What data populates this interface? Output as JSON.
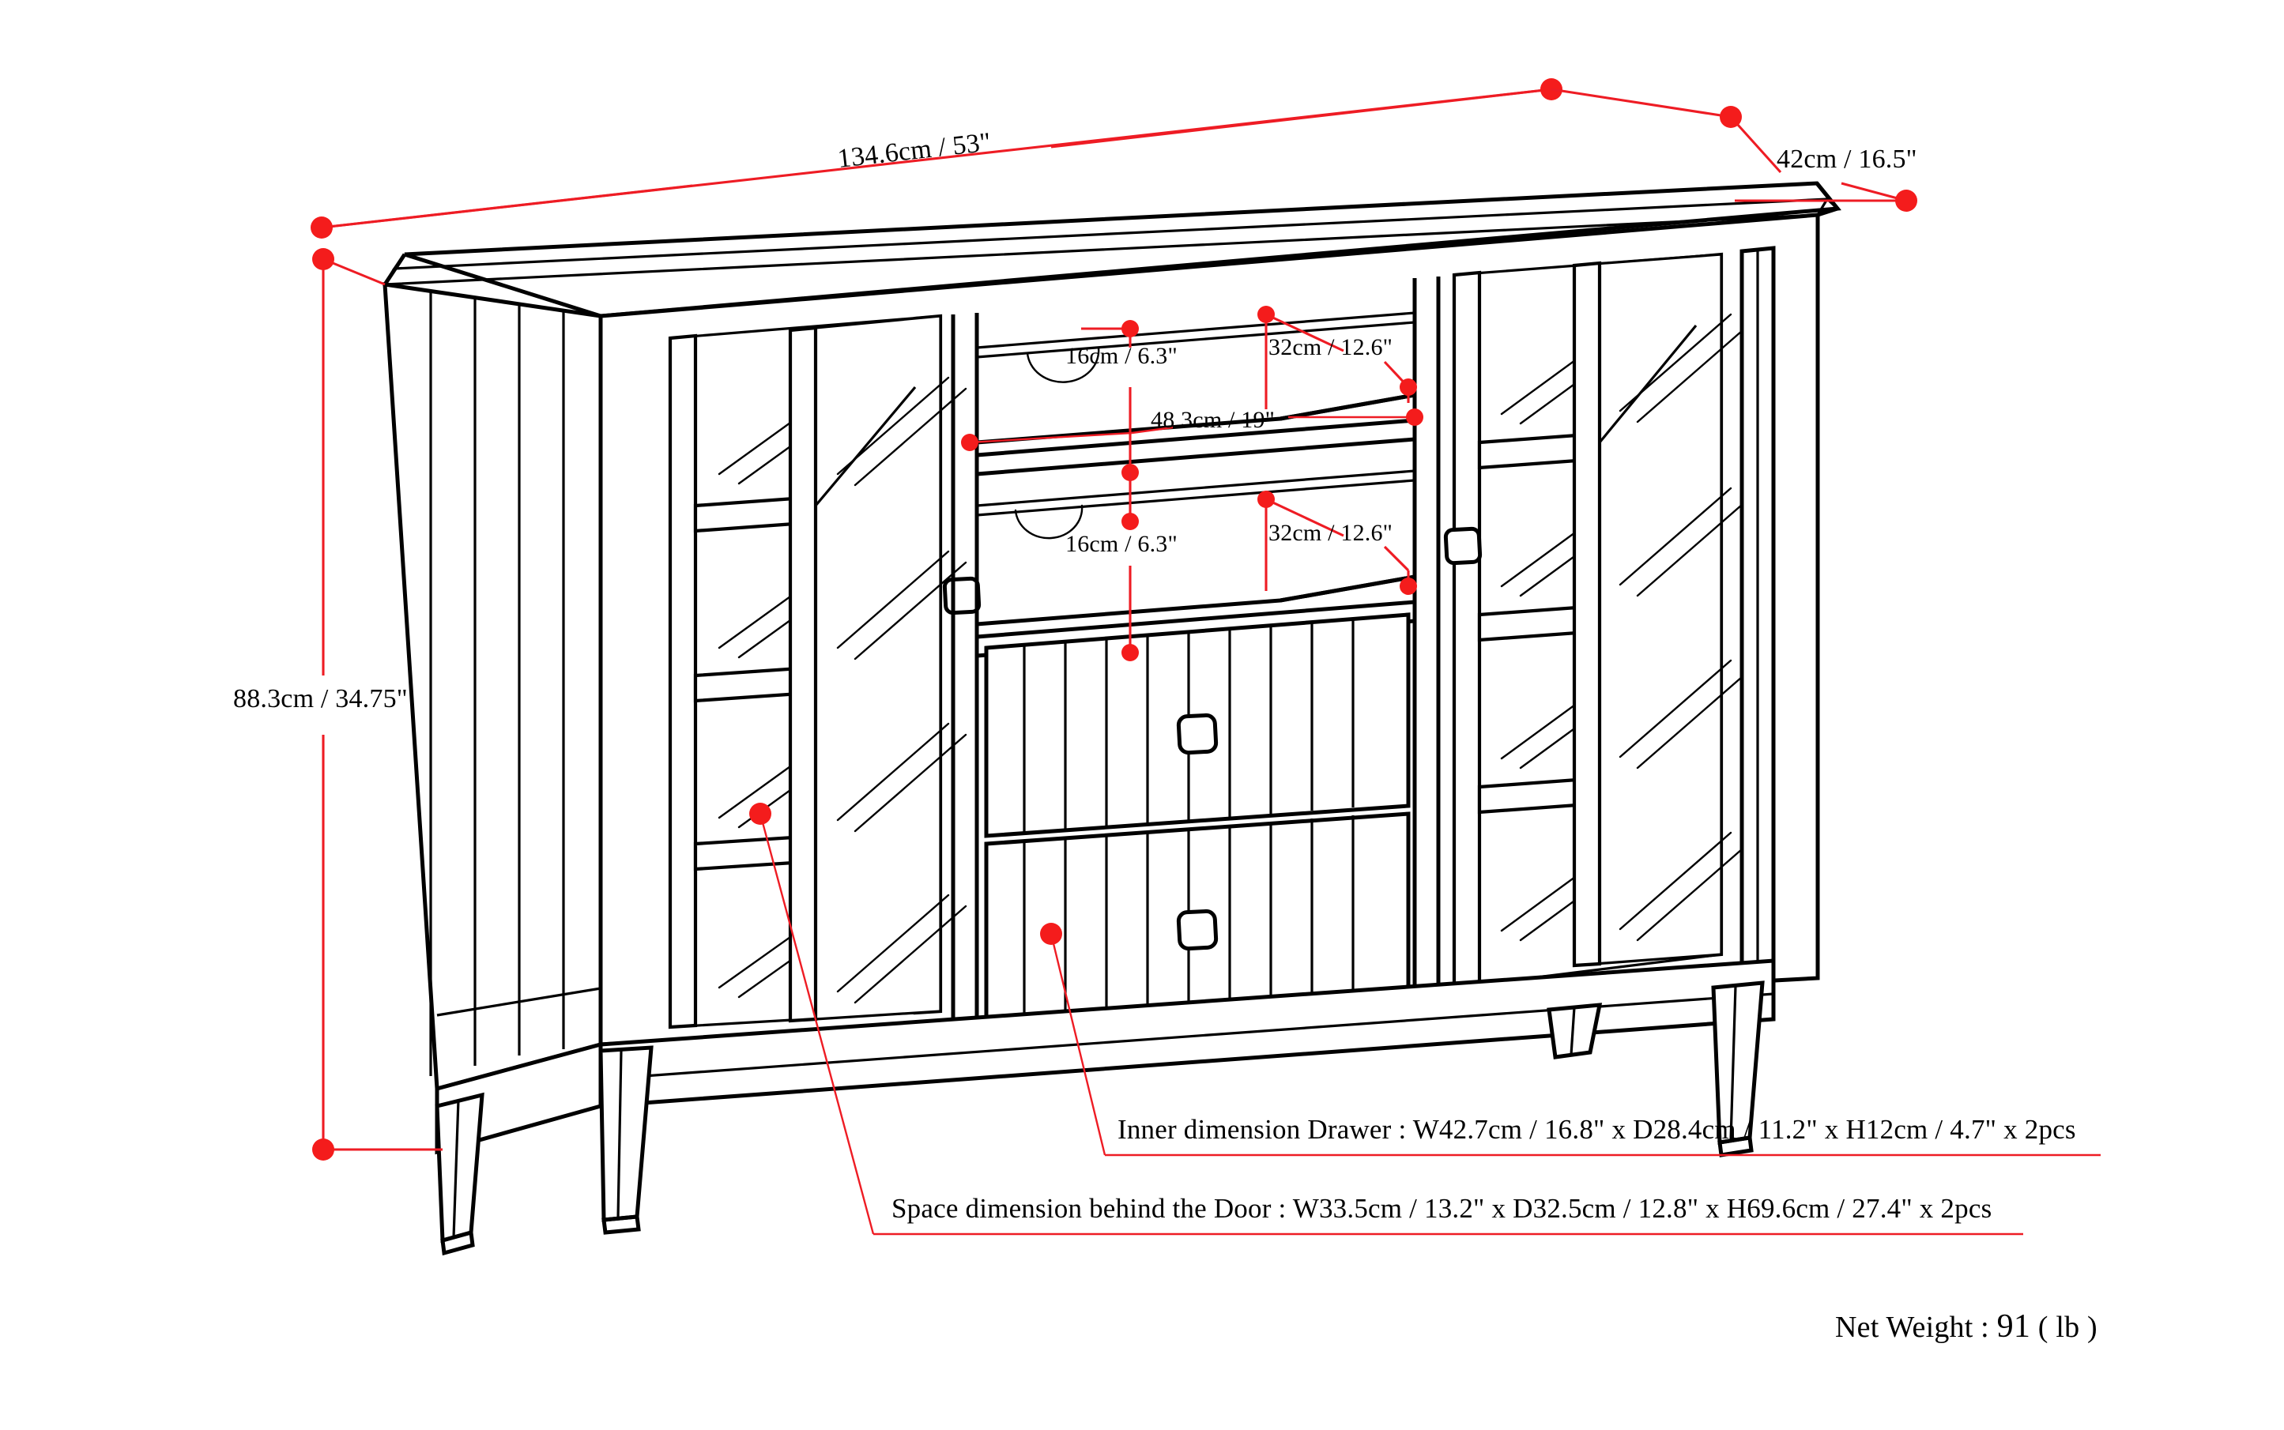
{
  "diagram": {
    "type": "furniture-dimension-drawing",
    "product": "TV media stand / sideboard with two glass doors and two drawers",
    "background_color": "#ffffff",
    "line_color": "#000000",
    "annotation_color": "#ee1c24"
  },
  "dimensions": {
    "width": {
      "label": "134.6cm / 53\"",
      "name": "overall-width"
    },
    "depth": {
      "label": "42cm / 16.5\"",
      "name": "overall-depth"
    },
    "height": {
      "label": "88.3cm / 34.75\"",
      "name": "overall-height"
    },
    "upper_shelf_height": {
      "label": "16cm / 6.3\"",
      "name": "upper-compartment-height"
    },
    "upper_shelf_depth": {
      "label": "32cm / 12.6\"",
      "name": "upper-compartment-depth"
    },
    "shelf_width": {
      "label": "48.3cm / 19\"",
      "name": "center-shelf-width"
    },
    "lower_shelf_height": {
      "label": "16cm / 6.3\"",
      "name": "lower-compartment-height"
    },
    "lower_shelf_depth": {
      "label": "32cm / 12.6\"",
      "name": "lower-compartment-depth"
    }
  },
  "notes": {
    "drawer": "Inner dimension Drawer : W42.7cm / 16.8\" x D28.4cm / 11.2\" x H12cm / 4.7\" x 2pcs",
    "door": "Space dimension behind the Door  : W33.5cm / 13.2\" x D32.5cm / 12.8\" x H69.6cm / 27.4\" x 2pcs"
  },
  "weight": {
    "prefix": "Net Weight : ",
    "value": "91",
    "unit": "( lb )"
  }
}
